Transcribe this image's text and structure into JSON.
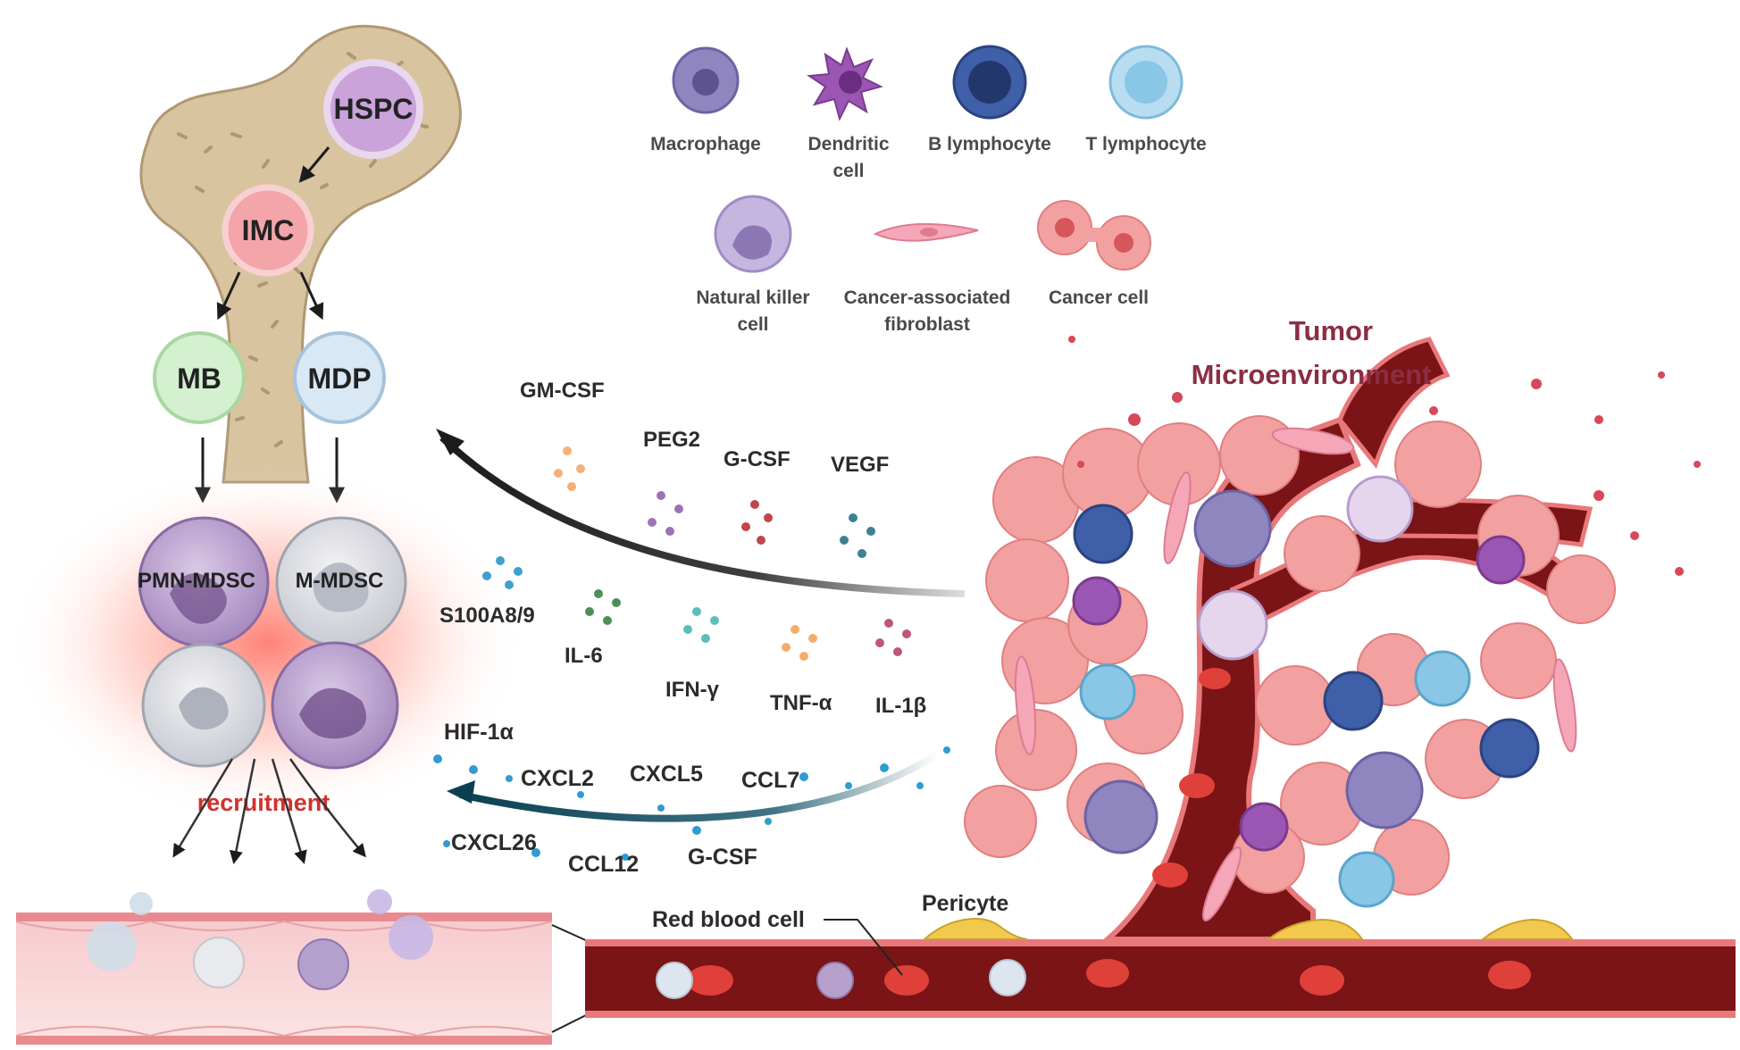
{
  "legend": {
    "macrophage": "Macrophage",
    "dendritic_line1": "Dendritic",
    "dendritic_line2": "cell",
    "b_lymphocyte": "B lymphocyte",
    "t_lymphocyte": "T lymphocyte",
    "nk_line1": "Natural killer",
    "nk_line2": "cell",
    "caf_line1": "Cancer-associated",
    "caf_line2": "fibroblast",
    "cancer_cell": "Cancer cell"
  },
  "bone_marrow": {
    "hspc": "HSPC",
    "imc": "IMC",
    "mb": "MB",
    "mdp": "MDP"
  },
  "mdsc": {
    "pmn": "PMN-MDSC",
    "m": "M-MDSC",
    "recruitment": "recruitment"
  },
  "tumor": {
    "title_line1": "Tumor",
    "title_line2": "Microenvironment",
    "red_blood_cell": "Red blood cell",
    "pericyte": "Pericyte"
  },
  "cytokines": {
    "gm_csf": "GM-CSF",
    "peg2": "PEG2",
    "g_csf": "G-CSF",
    "vegf": "VEGF",
    "s100a8_9": "S100A8/9",
    "il6": "IL-6",
    "ifn_gamma": "IFN-γ",
    "tnf_alpha": "TNF-α",
    "il1_beta": "IL-1β"
  },
  "chemokines": {
    "hif1a": "HIF-1α",
    "cxcl2": "CXCL2",
    "cxcl5": "CXCL5",
    "ccl7": "CCL7",
    "cxcl26": "CXCL26",
    "ccl12": "CCL12",
    "g_csf": "G-CSF"
  },
  "colors": {
    "bone": "#d9c4a0",
    "vessel": "#7a1416",
    "tme_title": "#8b2e43",
    "recruitment": "#d0322e",
    "arrow_dark": "#1c1c1c",
    "arrow_teal": "#0f4f66"
  }
}
